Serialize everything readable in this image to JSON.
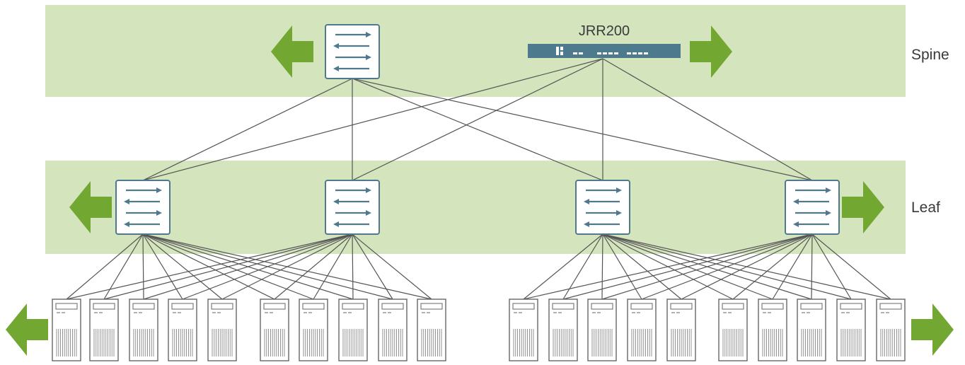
{
  "tiers": {
    "spine_label": "Spine",
    "leaf_label": "Leaf"
  },
  "spine": {
    "router_label": "JRR200"
  },
  "colors": {
    "band": "#d4e4bd",
    "arrow": "#72a732",
    "switch_border": "#4f7a8e",
    "switch_arrow": "#4f7a8e",
    "router_body": "#4d7a8c",
    "link": "#555555"
  },
  "icons": {
    "switch": "network-switch-icon",
    "router": "route-reflector-icon",
    "server": "server-tower-icon",
    "expand": "expand-arrow-icon"
  },
  "counts": {
    "spine_switches": 1,
    "route_reflectors": 1,
    "leaf_switches": 4,
    "servers_per_leaf_pair": 10,
    "server_groups": 2
  }
}
